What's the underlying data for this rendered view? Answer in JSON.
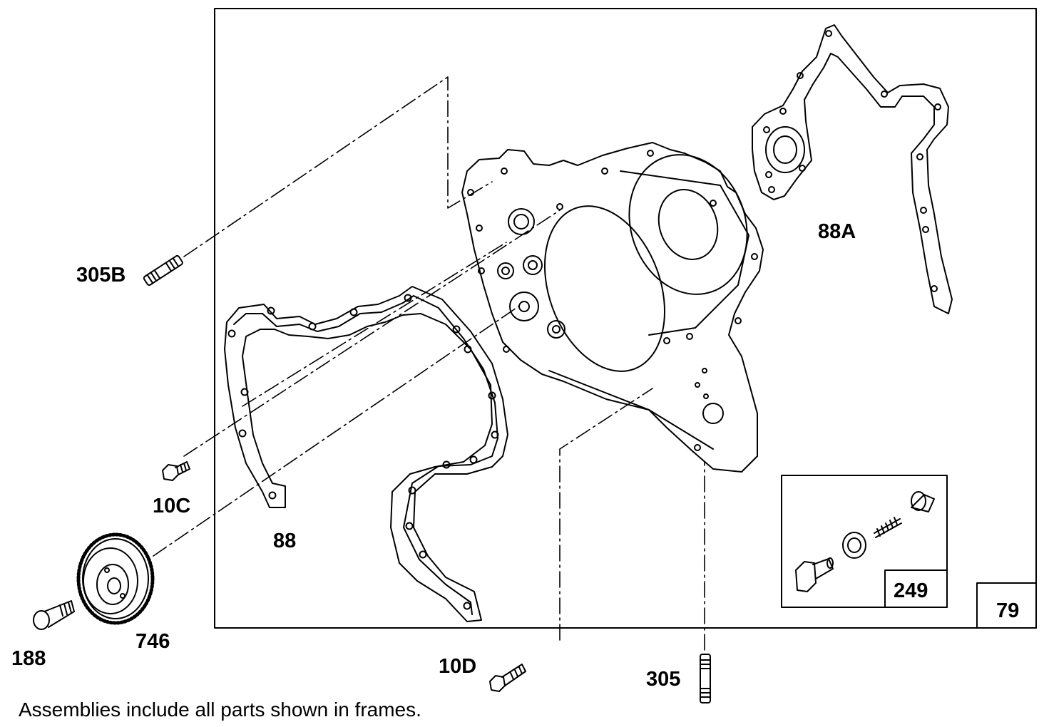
{
  "callouts": {
    "p305B": "305B",
    "p10C": "10C",
    "p746": "746",
    "p188": "188",
    "p88": "88",
    "p88A": "88A",
    "p10D": "10D",
    "p305": "305",
    "p249": "249",
    "p79": "79"
  },
  "caption": "Assemblies include all parts shown in frames."
}
